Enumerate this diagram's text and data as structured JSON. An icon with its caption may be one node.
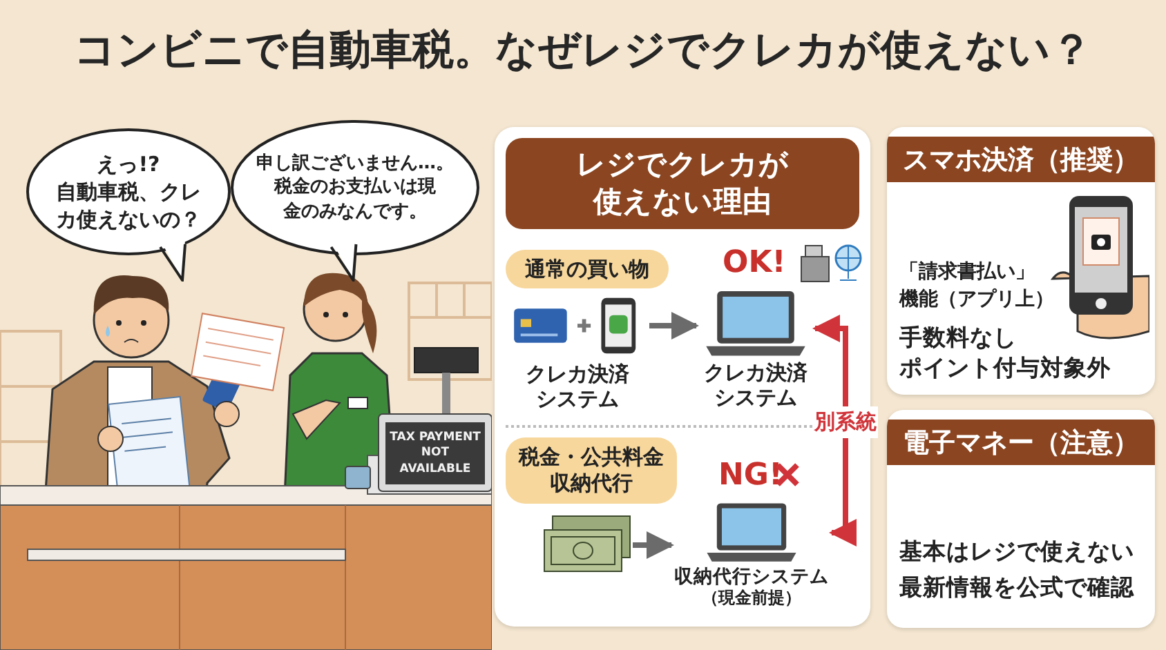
{
  "diagram": {
    "title": "コンビニで自動車税。なぜレジでクレカが使えない？",
    "nodes": [
      {
        "text": [
          "えっ!?",
          "自動車税、クレカ使えないの？"
        ]
      },
      {
        "text": [
          "申し訳ございません…。",
          "税金のお支払いは現金のみなんです。"
        ]
      },
      {
        "text": [
          "レジでクレカが使えない理由"
        ]
      },
      {
        "text": [
          "通常の買い物"
        ],
        "in": 2
      },
      {
        "text": [
          "クレカ決済システム"
        ],
        "in": 2
      },
      {
        "text": [
          "クレカ決済システム"
        ],
        "in": 2,
        "beside": [
          "OK!"
        ]
      },
      {
        "text": [
          "税金・公共料金収納代行"
        ],
        "in": 2
      },
      {
        "text": [],
        "shape": "picture",
        "in": 2
      },
      {
        "text": [
          "収納代行システム",
          "（現金前提）"
        ],
        "in": 2,
        "beside": [
          "NG!"
        ]
      },
      {
        "text": [
          "スマホ決済（推奨）",
          "「請求書払い」",
          "機能（アプリ上）",
          "手数料なし",
          "ポイント付与対象外"
        ]
      },
      {
        "text": [
          "電子マネー（注意）",
          "基本はレジで使えない",
          "最新情報を公式で確認"
        ]
      }
    ],
    "edges": [
      {
        "from": 4,
        "to": 5,
        "arrow": "to"
      },
      {
        "from": 7,
        "to": 8,
        "arrow": "to"
      },
      {
        "from": 8,
        "to": 5,
        "arrow": "both",
        "label": "別系統",
        "color": "#d0343a"
      }
    ],
    "labels": [
      "TAX PAYMENT NOT AVAILABLE"
    ]
  }
}
